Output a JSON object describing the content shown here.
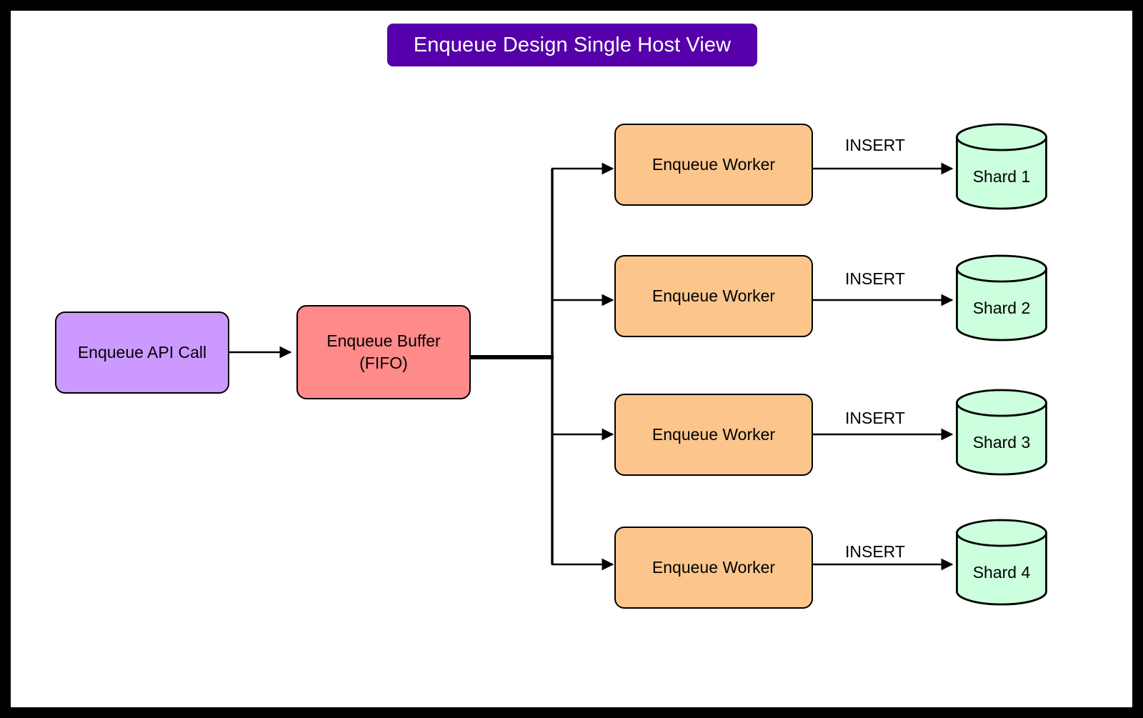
{
  "diagram": {
    "title": "Enqueue Design Single Host View",
    "title_bg": "#5500aa",
    "title_color": "#ffffff",
    "canvas_bg": "#ffffff",
    "frame_color": "#000000",
    "stroke_color": "#000000"
  },
  "nodes": {
    "api_call": {
      "label": "Enqueue API Call",
      "fill": "#cc99ff",
      "shape": "rounded-rect"
    },
    "buffer": {
      "label": "Enqueue Buffer\n(FIFO)",
      "fill": "#ff8a8a",
      "shape": "rounded-rect"
    },
    "workers": [
      {
        "label": "Enqueue Worker",
        "fill": "#fbc58c",
        "shape": "rounded-rect"
      },
      {
        "label": "Enqueue Worker",
        "fill": "#fbc58c",
        "shape": "rounded-rect"
      },
      {
        "label": "Enqueue Worker",
        "fill": "#fbc58c",
        "shape": "rounded-rect"
      },
      {
        "label": "Enqueue Worker",
        "fill": "#fbc58c",
        "shape": "rounded-rect"
      }
    ],
    "shards": [
      {
        "label": "Shard 1",
        "fill": "#ccffdd",
        "shape": "cylinder"
      },
      {
        "label": "Shard 2",
        "fill": "#ccffdd",
        "shape": "cylinder"
      },
      {
        "label": "Shard 3",
        "fill": "#ccffdd",
        "shape": "cylinder"
      },
      {
        "label": "Shard 4",
        "fill": "#ccffdd",
        "shape": "cylinder"
      }
    ]
  },
  "edges": {
    "api_to_buffer": {
      "label": ""
    },
    "insert_labels": [
      {
        "label": "INSERT"
      },
      {
        "label": "INSERT"
      },
      {
        "label": "INSERT"
      },
      {
        "label": "INSERT"
      }
    ]
  }
}
